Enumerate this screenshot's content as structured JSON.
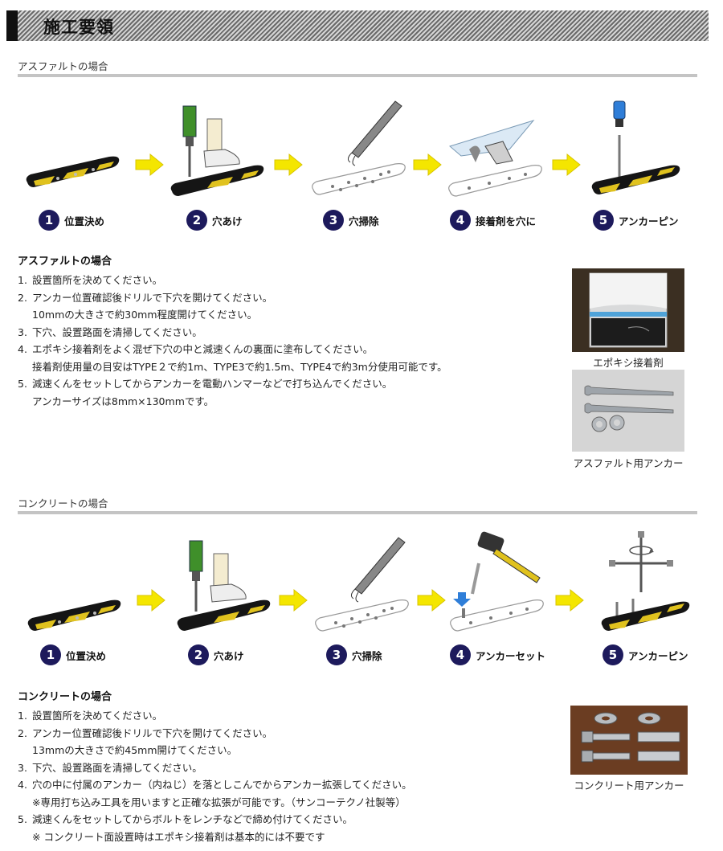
{
  "page_title": "施工要領",
  "asphalt": {
    "section_title": "アスファルトの場合",
    "steps": [
      {
        "num": "1",
        "label": "位置決め"
      },
      {
        "num": "2",
        "label": "穴あけ"
      },
      {
        "num": "3",
        "label": "穴掃除"
      },
      {
        "num": "4",
        "label": "接着剤を穴に"
      },
      {
        "num": "5",
        "label": "アンカーピン"
      }
    ],
    "instructions_title": "アスファルトの場合",
    "instructions": [
      {
        "n": "1.",
        "text": "設置箇所を決めてください。"
      },
      {
        "n": "2.",
        "text": "アンカー位置確認後ドリルで下穴を開けてください。"
      },
      {
        "n": "",
        "text": "10mmの大きさで約30mm程度開けてください。"
      },
      {
        "n": "3.",
        "text": "下穴、設置路面を清掃してください。"
      },
      {
        "n": "4.",
        "text": "エポキシ接着剤をよく混ぜ下穴の中と減速くんの裏面に塗布してください。"
      },
      {
        "n": "",
        "text": "接着剤使用量の目安はTYPE２で約1m、TYPE3で約1.5m、TYPE4で約3m分使用可能です。"
      },
      {
        "n": "5.",
        "text": "減速くんをセットしてからアンカーを電動ハンマーなどで打ち込んでください。"
      },
      {
        "n": "",
        "text": "アンカーサイズは8mm×130mmです。"
      }
    ],
    "photo1_caption": "エポキシ接着剤",
    "photo2_caption": "アスファルト用アンカー"
  },
  "concrete": {
    "section_title": "コンクリートの場合",
    "steps": [
      {
        "num": "1",
        "label": "位置決め"
      },
      {
        "num": "2",
        "label": "穴あけ"
      },
      {
        "num": "3",
        "label": "穴掃除"
      },
      {
        "num": "4",
        "label": "アンカーセット"
      },
      {
        "num": "5",
        "label": "アンカーピン"
      }
    ],
    "instructions_title": "コンクリートの場合",
    "instructions": [
      {
        "n": "1.",
        "text": "設置箇所を決めてください。"
      },
      {
        "n": "2.",
        "text": "アンカー位置確認後ドリルで下穴を開けてください。"
      },
      {
        "n": "",
        "text": "13mmの大きさで約45mm開けてください。"
      },
      {
        "n": "3.",
        "text": "下穴、設置路面を清掃してください。"
      },
      {
        "n": "4.",
        "text": "穴の中に付属のアンカー（内ねじ）を落としこんでからアンカー拡張してください。"
      },
      {
        "n": "",
        "text": "※専用打ち込み工具を用いますと正確な拡張が可能です。（サンコーテクノ社製等）"
      },
      {
        "n": "5.",
        "text": "減速くんをセットしてからボルトをレンチなどで締め付けてください。"
      },
      {
        "n": "",
        "text": "※ コンクリート面設置時はエポキシ接着剤は基本的には不要です"
      }
    ],
    "photo_caption": "コンクリート用アンカー"
  },
  "colors": {
    "step_number_bg": "#1d1a5c",
    "arrow_yellow": "#f4e600",
    "bump_yellow": "#e0c21e",
    "bump_black": "#151515"
  }
}
